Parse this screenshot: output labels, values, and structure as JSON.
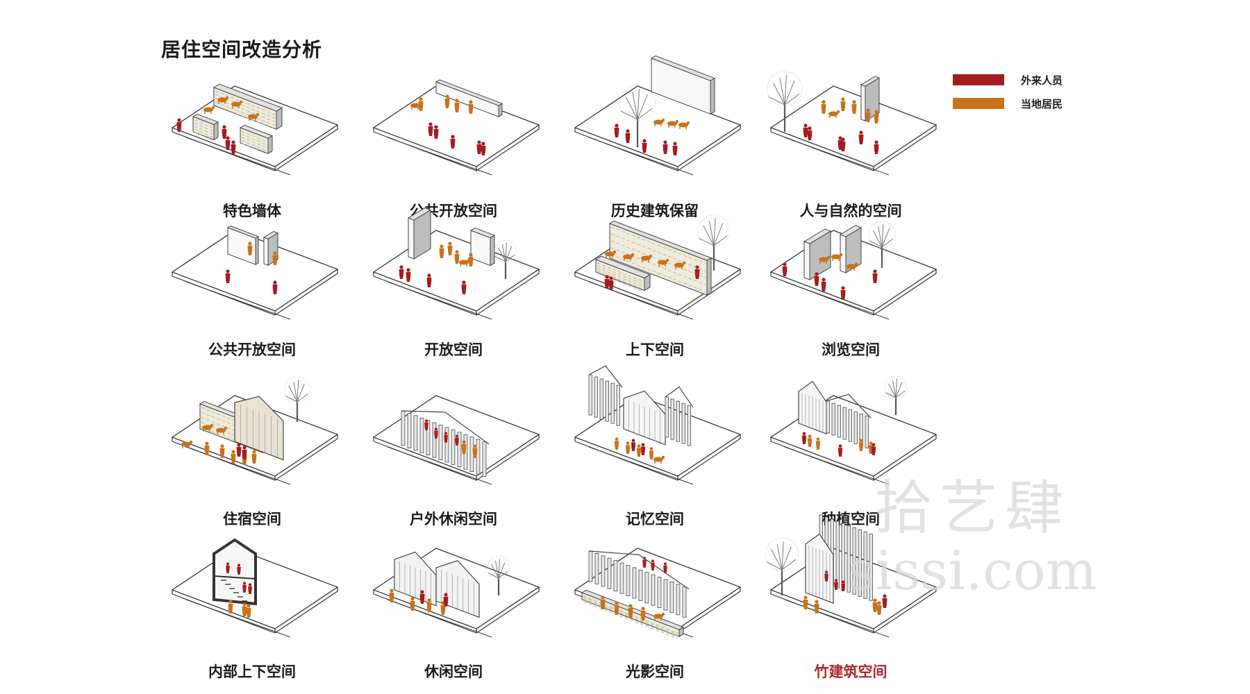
{
  "title": "居住空间改造分析",
  "legend": [
    {
      "label": "外来人员",
      "color": "#a51c1c"
    },
    {
      "label": "当地居民",
      "color": "#c8721a"
    }
  ],
  "panels": [
    {
      "caption": "特色墙体",
      "scene": "stone-walls"
    },
    {
      "caption": "公共开放空间",
      "scene": "single-wall"
    },
    {
      "caption": "历史建筑保留",
      "scene": "wall-tree"
    },
    {
      "caption": "人与自然的空间",
      "scene": "tree-wall"
    },
    {
      "caption": "公共开放空间",
      "scene": "two-walls"
    },
    {
      "caption": "开放空间",
      "scene": "gable-walls"
    },
    {
      "caption": "上下空间",
      "scene": "stone-wall-tree"
    },
    {
      "caption": "浏览空间",
      "scene": "angled-walls"
    },
    {
      "caption": "住宿空间",
      "scene": "stone-house"
    },
    {
      "caption": "户外休闲空间",
      "scene": "louver-frame"
    },
    {
      "caption": "记忆空间",
      "scene": "louver-building"
    },
    {
      "caption": "种植空间",
      "scene": "louver-house-tree"
    },
    {
      "caption": "内部上下空间",
      "scene": "section-house"
    },
    {
      "caption": "休闲空间",
      "scene": "twin-gables"
    },
    {
      "caption": "光影空间",
      "scene": "roof-louvers"
    },
    {
      "caption": "竹建筑空间",
      "scene": "tower-tree",
      "highlight": true
    }
  ],
  "watermark": {
    "text": "拾艺肆",
    "url": "sissi.com"
  }
}
